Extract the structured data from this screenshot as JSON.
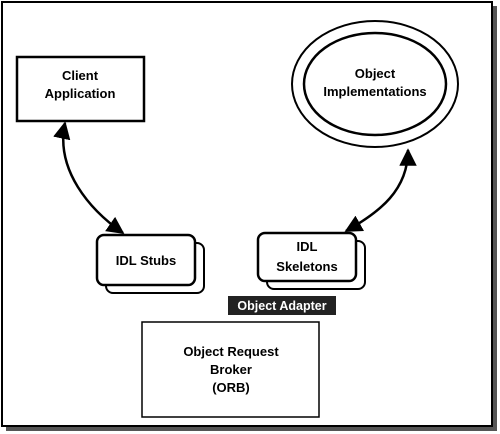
{
  "diagram": {
    "client_application": {
      "line1": "Client",
      "line2": "Application"
    },
    "object_implementations": {
      "line1": "Object",
      "line2": "Implementations"
    },
    "idl_stubs": {
      "label": "IDL Stubs"
    },
    "idl_skeletons": {
      "line1": "IDL",
      "line2": "Skeletons"
    },
    "object_adapter": {
      "label": "Object Adapter"
    },
    "orb": {
      "line1": "Object Request",
      "line2": "Broker",
      "line3": "(ORB)"
    },
    "colors": {
      "stroke": "#000000",
      "frame_shadow": "#555555",
      "adapter_background": "#222222",
      "adapter_text": "#ffffff"
    }
  }
}
